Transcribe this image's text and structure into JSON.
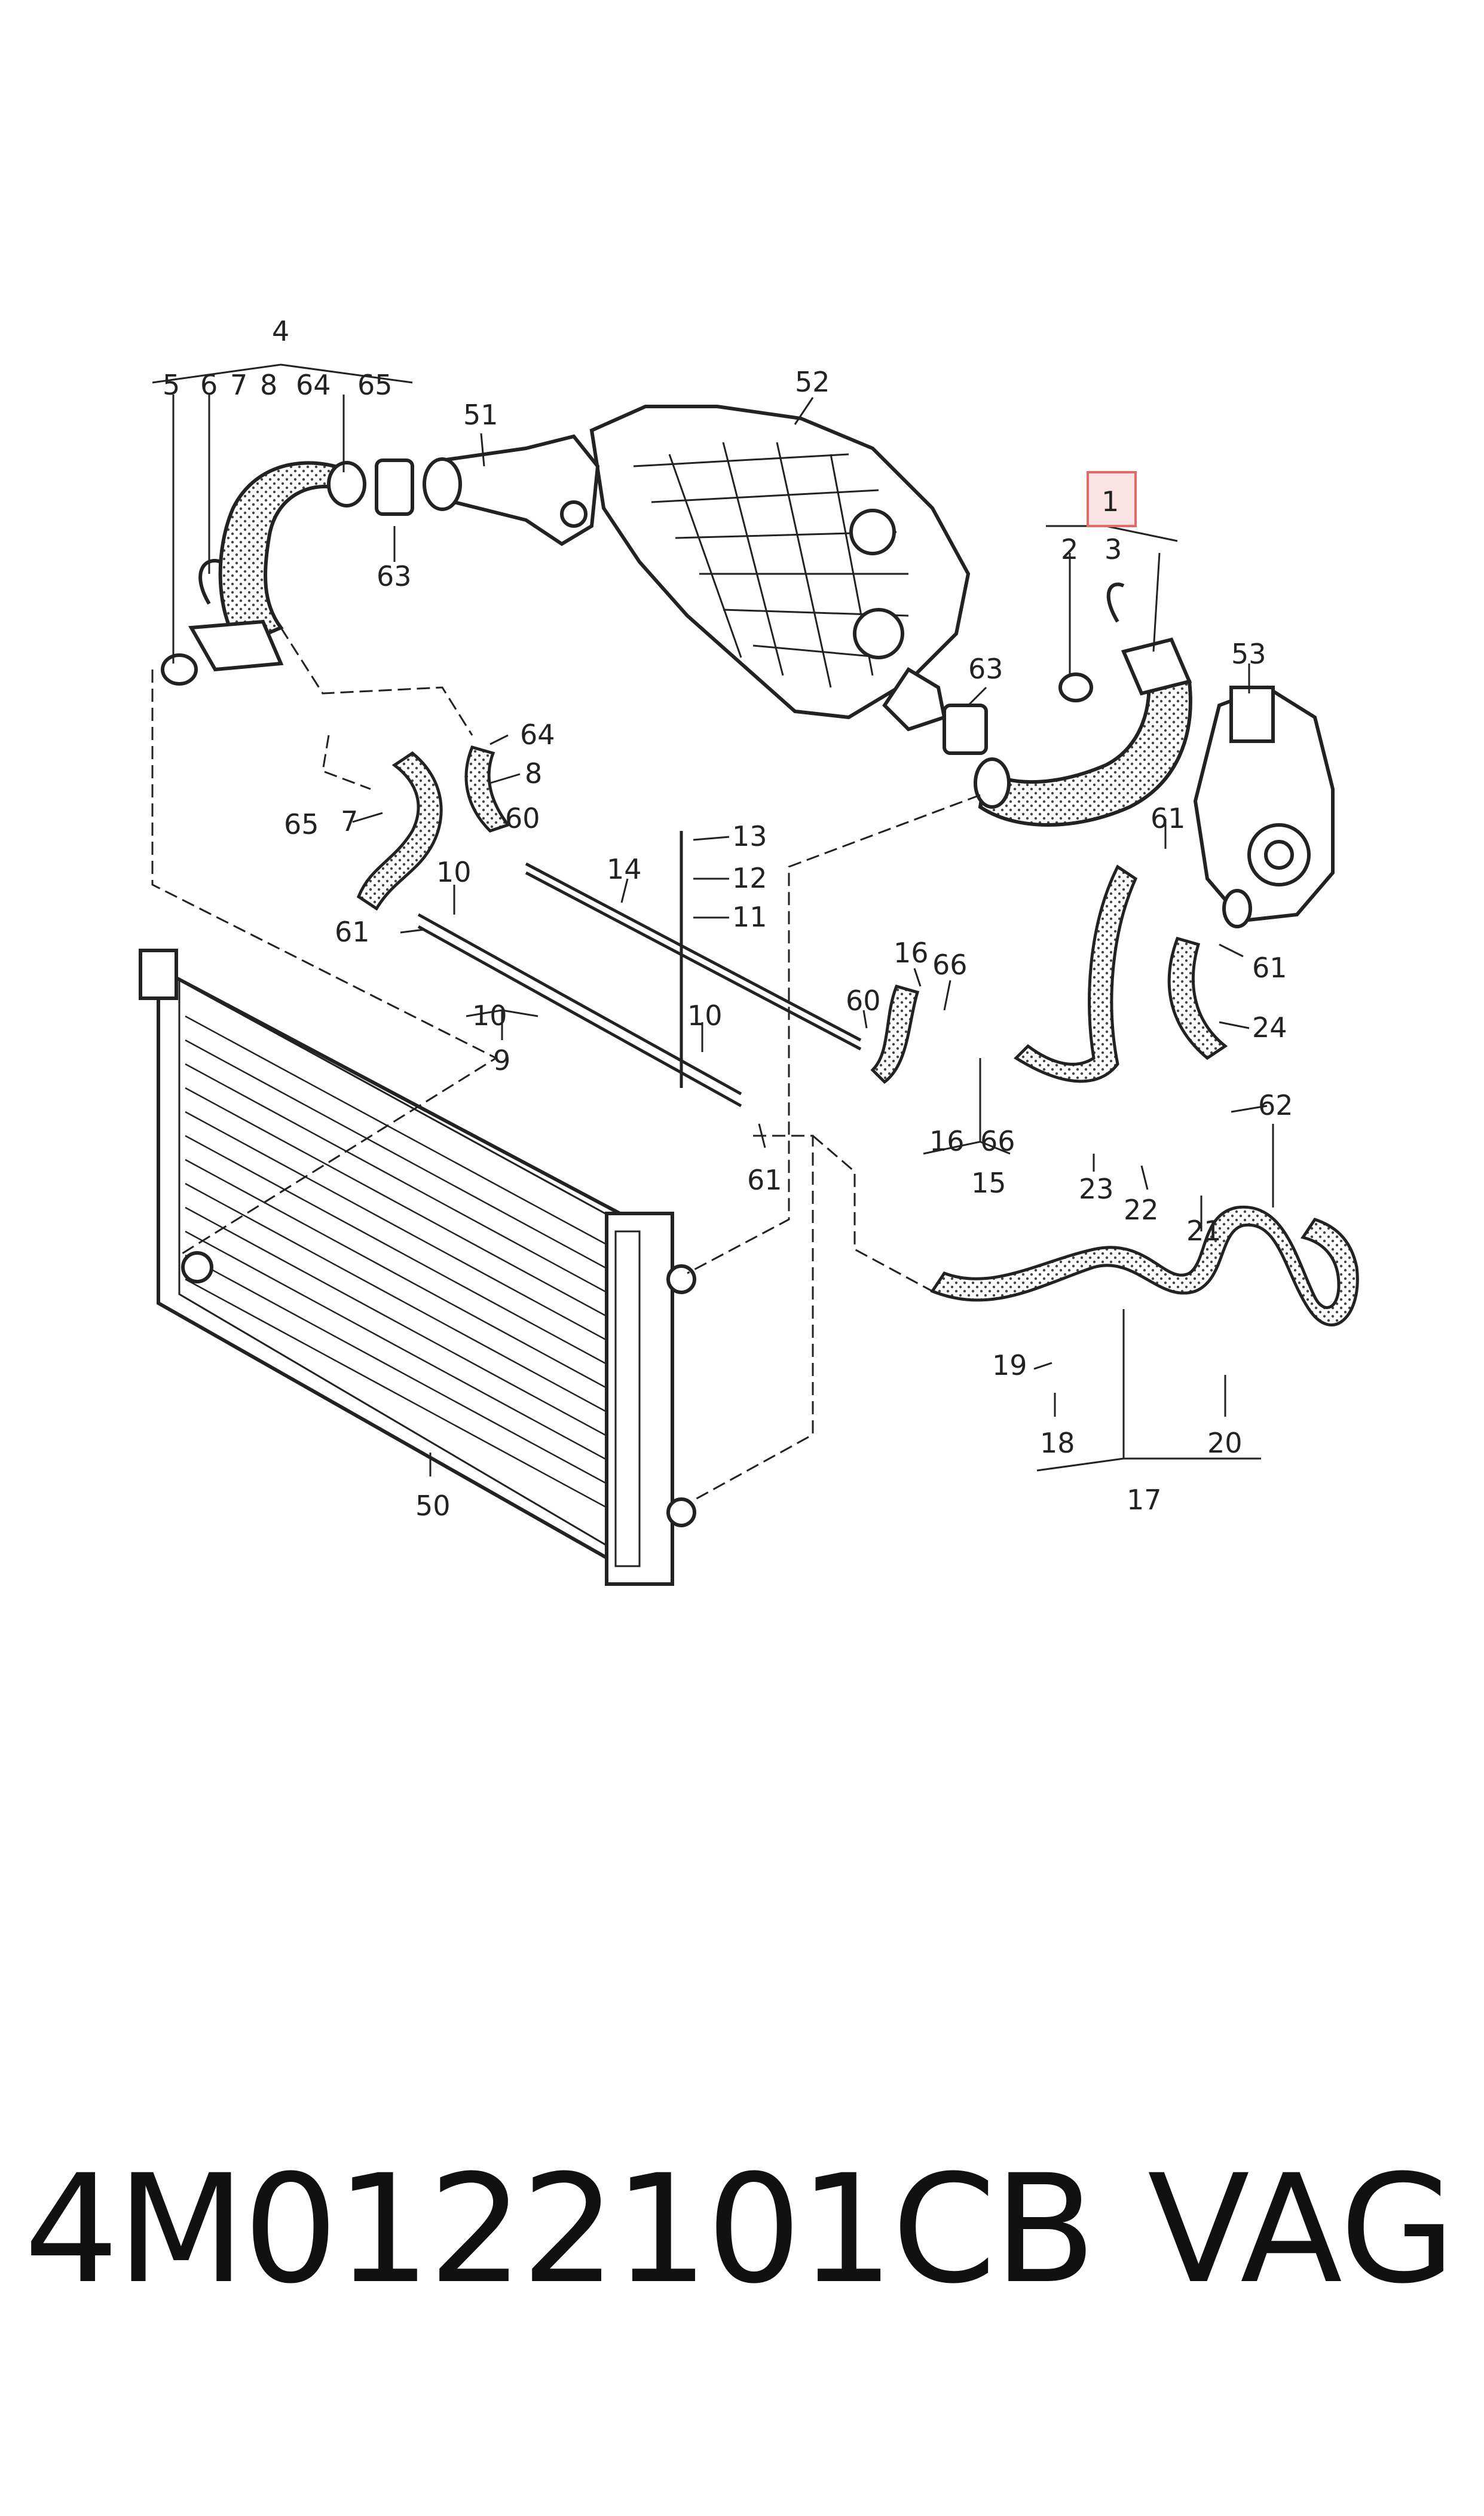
{
  "callouts": [
    {
      "id": "c4",
      "text": "4"
    },
    {
      "id": "c5",
      "text": "5"
    },
    {
      "id": "c6",
      "text": "6"
    },
    {
      "id": "c7a",
      "text": "7"
    },
    {
      "id": "c8a",
      "text": "8"
    },
    {
      "id": "c64a",
      "text": "64"
    },
    {
      "id": "c65a",
      "text": "65"
    },
    {
      "id": "c51",
      "text": "51"
    },
    {
      "id": "c52",
      "text": "52"
    },
    {
      "id": "c63a",
      "text": "63"
    },
    {
      "id": "c63b",
      "text": "63"
    },
    {
      "id": "c1",
      "text": "1"
    },
    {
      "id": "c2",
      "text": "2"
    },
    {
      "id": "c3",
      "text": "3"
    },
    {
      "id": "c53",
      "text": "53"
    },
    {
      "id": "c64b",
      "text": "64"
    },
    {
      "id": "c8b",
      "text": "8"
    },
    {
      "id": "c65b",
      "text": "65"
    },
    {
      "id": "c7b",
      "text": "7"
    },
    {
      "id": "c60a",
      "text": "60"
    },
    {
      "id": "c13",
      "text": "13"
    },
    {
      "id": "c14",
      "text": "14"
    },
    {
      "id": "c12",
      "text": "12"
    },
    {
      "id": "c11",
      "text": "11"
    },
    {
      "id": "c10a",
      "text": "10"
    },
    {
      "id": "c61a",
      "text": "61"
    },
    {
      "id": "c61b",
      "text": "61"
    },
    {
      "id": "c61c",
      "text": "61"
    },
    {
      "id": "c10b",
      "text": "10"
    },
    {
      "id": "c9",
      "text": "9"
    },
    {
      "id": "c10c",
      "text": "10"
    },
    {
      "id": "c16a",
      "text": "16"
    },
    {
      "id": "c66a",
      "text": "66"
    },
    {
      "id": "c60b",
      "text": "60"
    },
    {
      "id": "c24",
      "text": "24"
    },
    {
      "id": "c62",
      "text": "62"
    },
    {
      "id": "c16b",
      "text": "16"
    },
    {
      "id": "c66b",
      "text": "66"
    },
    {
      "id": "c15",
      "text": "15"
    },
    {
      "id": "c61d",
      "text": "61"
    },
    {
      "id": "c23",
      "text": "23"
    },
    {
      "id": "c22",
      "text": "22"
    },
    {
      "id": "c21",
      "text": "21"
    },
    {
      "id": "c19",
      "text": "19"
    },
    {
      "id": "c18",
      "text": "18"
    },
    {
      "id": "c20",
      "text": "20"
    },
    {
      "id": "c17",
      "text": "17"
    },
    {
      "id": "c50",
      "text": "50"
    }
  ],
  "footer": {
    "part_number": "4M0122101CB",
    "brand": "VAG"
  },
  "colors": {
    "line": "#222222",
    "highlight_box": "#e06b6b",
    "highlight_fill": "#fbe3e3",
    "background": "#ffffff"
  }
}
